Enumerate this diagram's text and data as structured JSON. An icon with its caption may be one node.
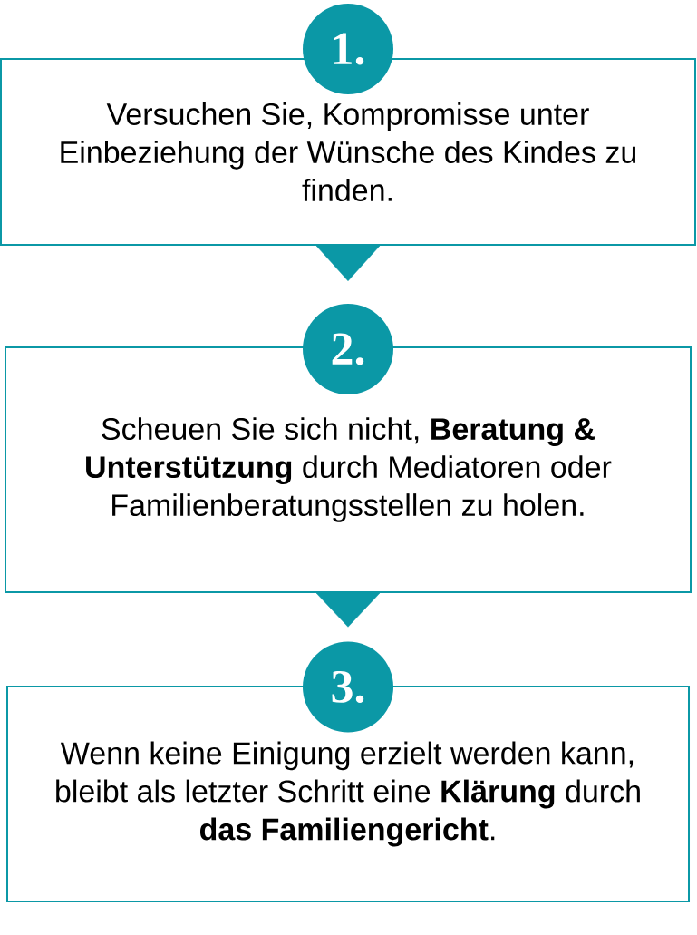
{
  "diagram": {
    "nodes": [
      {
        "text": [
          "1."
        ]
      },
      {
        "text": [
          "Versuchen Sie, Kompromisse unter Einbeziehung der Wünsche des Kindes zu finden."
        ]
      },
      {
        "text": [
          "2."
        ]
      },
      {
        "text": [
          "Scheuen Sie sich nicht, **Beratung & Unterstützung** durch Mediatoren oder Familienberatungsstellen zu holen."
        ]
      },
      {
        "text": [
          "3."
        ]
      },
      {
        "text": [
          "Wenn keine Einigung erzielt werden kann, bleibt als letzter Schritt eine **Klärung** durch **das Familiengericht**."
        ]
      }
    ],
    "edges": [
      {
        "from": 1,
        "to": 2,
        "arrow": "to"
      },
      {
        "from": 3,
        "to": 4,
        "arrow": "to"
      }
    ]
  }
}
